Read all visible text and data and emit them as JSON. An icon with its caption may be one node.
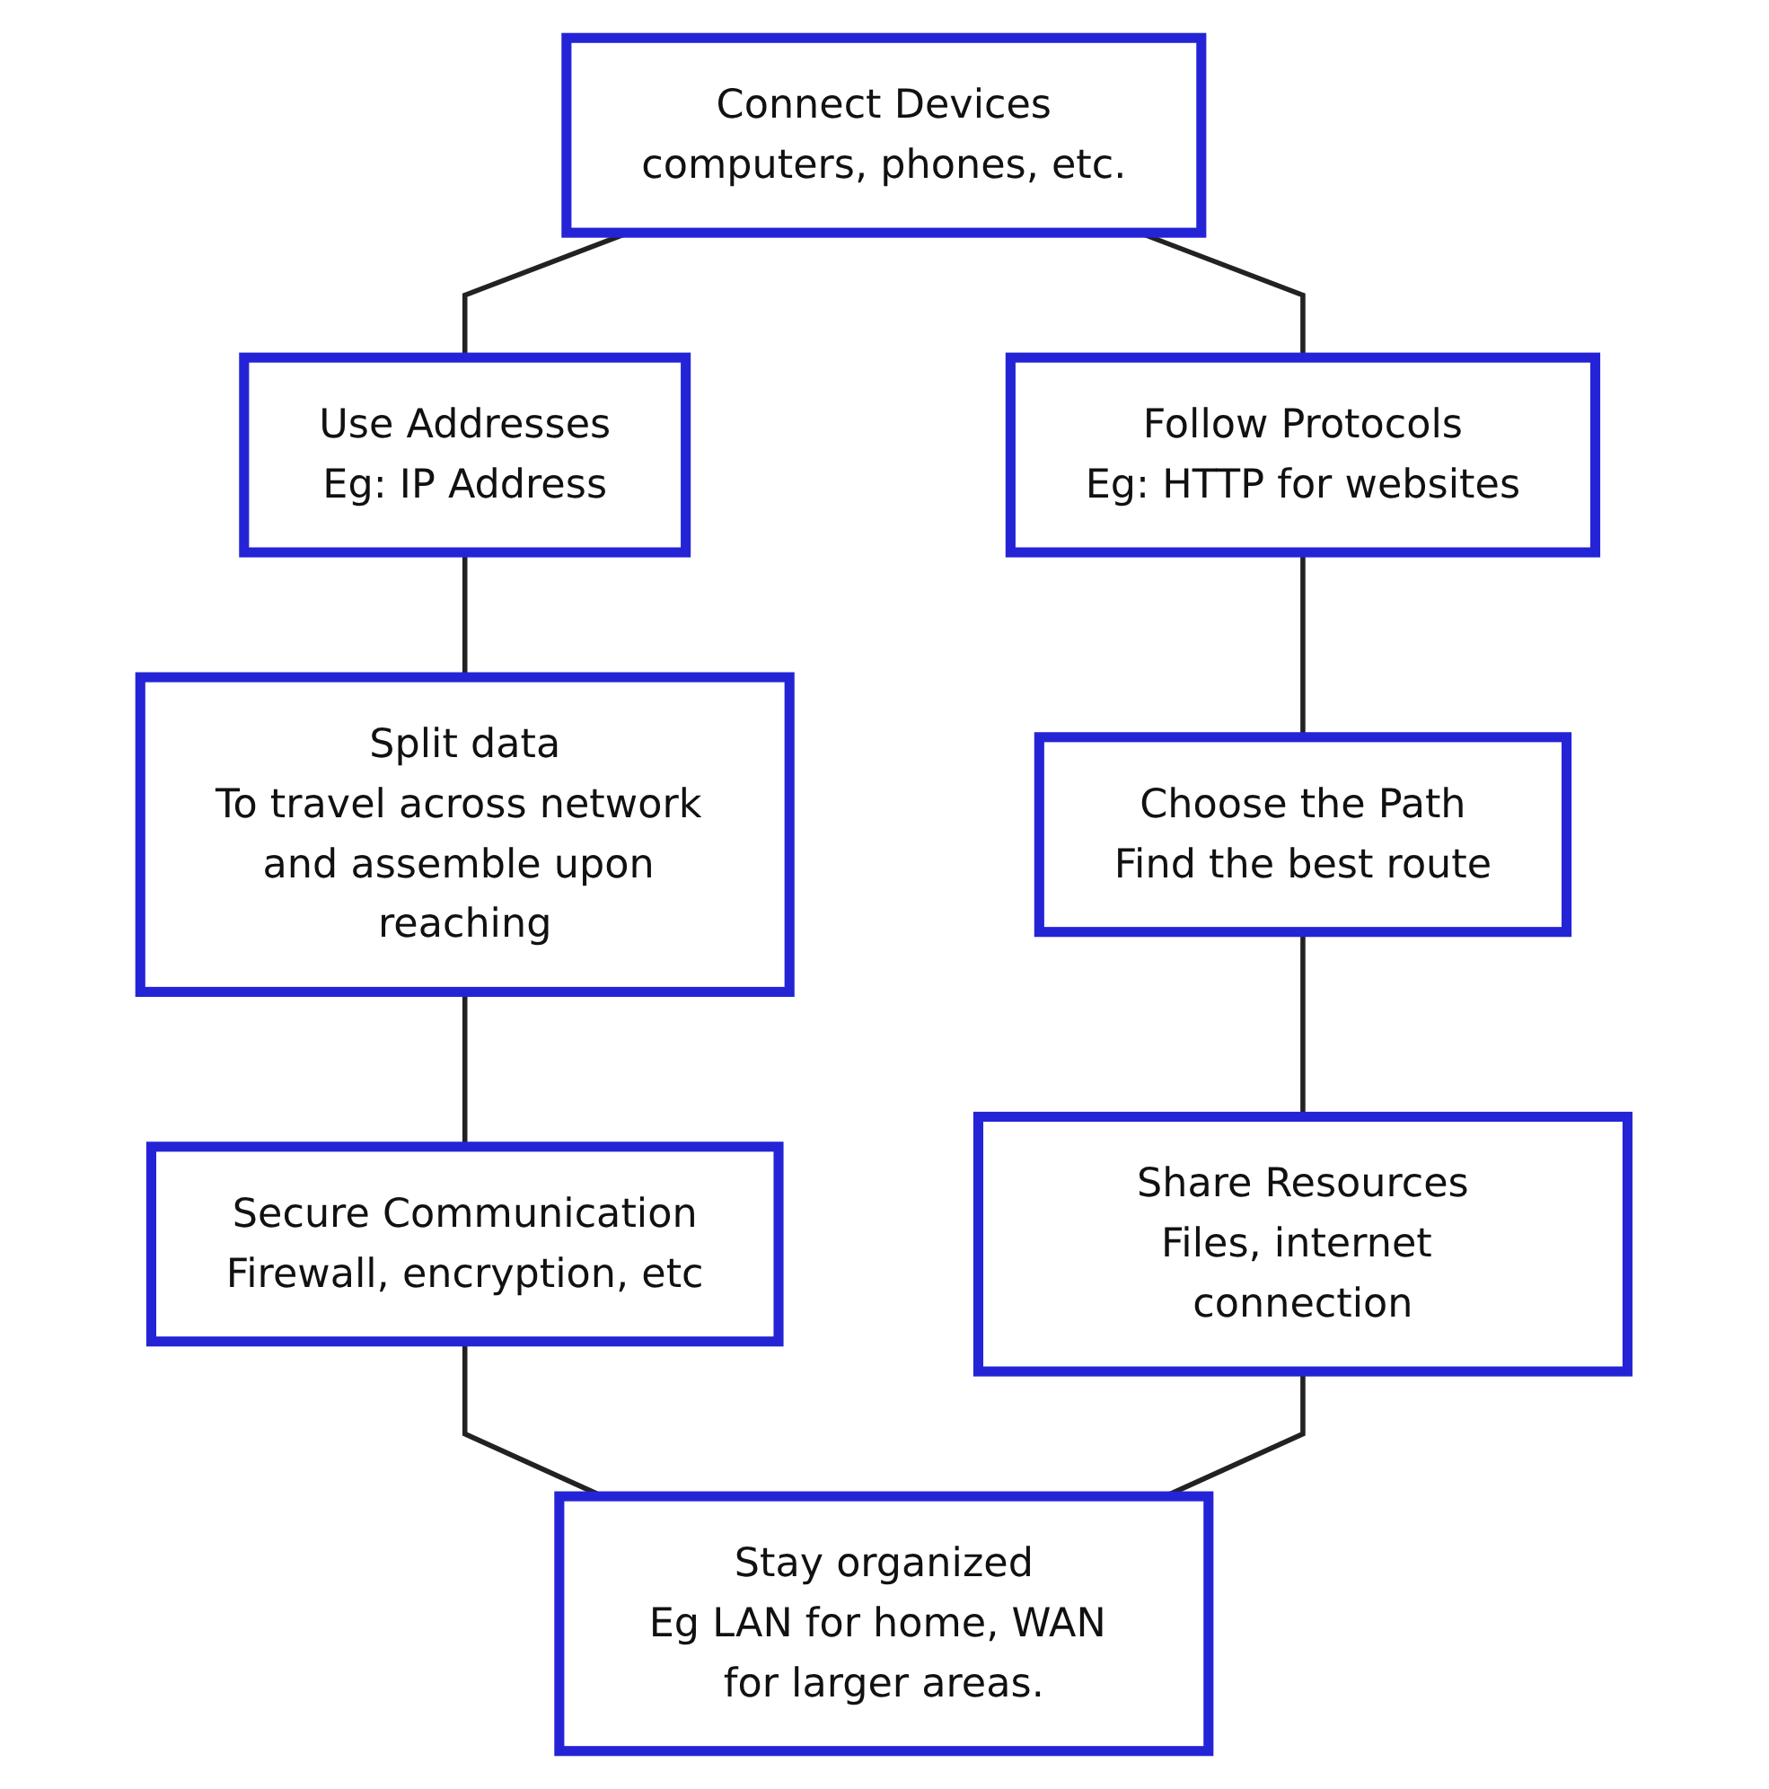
{
  "diagram": {
    "nodes": [
      {
        "text": [
          "Connect Devices",
          "computers, phones, etc."
        ]
      },
      {
        "text": [
          "Use Addresses",
          "Eg: IP Address"
        ]
      },
      {
        "text": [
          "Follow Protocols",
          "Eg: HTTP for websites"
        ]
      },
      {
        "text": [
          "Split data",
          "To travel across network and assemble upon reaching"
        ]
      },
      {
        "text": [
          "Choose the Path",
          "Find the best route"
        ]
      },
      {
        "text": [
          "Secure Communication",
          "Firewall, encryption, etc"
        ]
      },
      {
        "text": [
          "Share Resources",
          "Files, internet connection"
        ]
      },
      {
        "text": [
          "Stay organized",
          "Eg LAN for home, WAN for larger areas."
        ]
      }
    ],
    "edges": [
      {
        "from": 0,
        "to": 1,
        "arrow": "none"
      },
      {
        "from": 0,
        "to": 2,
        "arrow": "none"
      },
      {
        "from": 1,
        "to": 3,
        "arrow": "none"
      },
      {
        "from": 2,
        "to": 4,
        "arrow": "none"
      },
      {
        "from": 3,
        "to": 5,
        "arrow": "none"
      },
      {
        "from": 4,
        "to": 6,
        "arrow": "none"
      },
      {
        "from": 5,
        "to": 7,
        "arrow": "none"
      },
      {
        "from": 6,
        "to": 7,
        "arrow": "none"
      }
    ]
  }
}
